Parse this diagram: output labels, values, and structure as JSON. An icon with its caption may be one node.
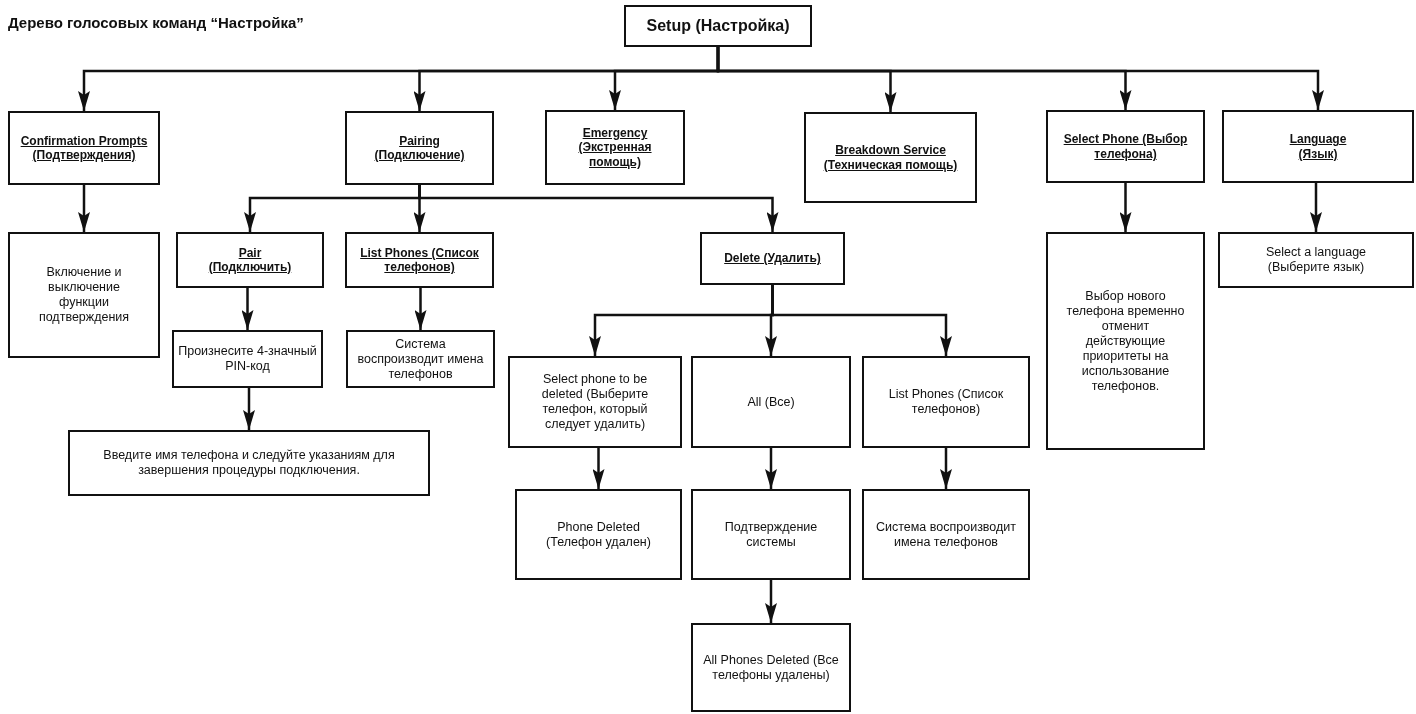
{
  "diagram": {
    "title": "Дерево голосовых команд “Настройка”",
    "nodes": [
      {
        "text": [
          "Setup (Настройка)"
        ]
      },
      {
        "text": [
          "Confirmation Prompts (Подтверждения)"
        ]
      },
      {
        "text": [
          "Pairing (Подключение)"
        ]
      },
      {
        "text": [
          "Emergency (Экстренная помощь)"
        ]
      },
      {
        "text": [
          "Breakdown Service (Техническая помощь)"
        ]
      },
      {
        "text": [
          "Select Phone (Выбор телефона)"
        ]
      },
      {
        "text": [
          "Language (Язык)"
        ]
      },
      {
        "text": [
          "Включение и выключение функции подтверждения"
        ]
      },
      {
        "text": [
          "Pair (Подключить)"
        ]
      },
      {
        "text": [
          "List Phones (Список телефонов)"
        ]
      },
      {
        "text": [
          "Delete (Удалить)"
        ]
      },
      {
        "text": [
          "Выбор нового телефона временно отменит действующие приоритеты на использование телефонов."
        ]
      },
      {
        "text": [
          "Select a language (Выберите язык)"
        ]
      },
      {
        "text": [
          "Произнесите 4-значный PIN-код"
        ]
      },
      {
        "text": [
          "Система воспроизводит имена телефонов"
        ]
      },
      {
        "text": [
          "Select phone to be deleted (Выберите телефон, который следует удалить)"
        ]
      },
      {
        "text": [
          "All (Все)"
        ]
      },
      {
        "text": [
          "List Phones (Список телефонов)"
        ]
      },
      {
        "text": [
          "Введите имя телефона и следуйте указаниям для завершения процедуры подключения."
        ]
      },
      {
        "text": [
          "Phone Deleted (Телефон удален)"
        ]
      },
      {
        "text": [
          "Подтверждение системы"
        ]
      },
      {
        "text": [
          "Система воспроизводит имена телефонов"
        ]
      },
      {
        "text": [
          "All Phones Deleted (Все телефоны удалены)"
        ]
      }
    ],
    "edges": [
      {
        "from": 0,
        "to": 1,
        "arrow": "to"
      },
      {
        "from": 0,
        "to": 2,
        "arrow": "to"
      },
      {
        "from": 0,
        "to": 3,
        "arrow": "to"
      },
      {
        "from": 0,
        "to": 4,
        "arrow": "to"
      },
      {
        "from": 0,
        "to": 5,
        "arrow": "to"
      },
      {
        "from": 0,
        "to": 6,
        "arrow": "to"
      },
      {
        "from": 1,
        "to": 7,
        "arrow": "to"
      },
      {
        "from": 2,
        "to": 8,
        "arrow": "to"
      },
      {
        "from": 2,
        "to": 9,
        "arrow": "to"
      },
      {
        "from": 2,
        "to": 10,
        "arrow": "to"
      },
      {
        "from": 5,
        "to": 11,
        "arrow": "to"
      },
      {
        "from": 6,
        "to": 12,
        "arrow": "to"
      },
      {
        "from": 8,
        "to": 13,
        "arrow": "to"
      },
      {
        "from": 9,
        "to": 14,
        "arrow": "to"
      },
      {
        "from": 10,
        "to": 15,
        "arrow": "to"
      },
      {
        "from": 10,
        "to": 16,
        "arrow": "to"
      },
      {
        "from": 10,
        "to": 17,
        "arrow": "to"
      },
      {
        "from": 13,
        "to": 18,
        "arrow": "to"
      },
      {
        "from": 15,
        "to": 19,
        "arrow": "to"
      },
      {
        "from": 16,
        "to": 20,
        "arrow": "to"
      },
      {
        "from": 17,
        "to": 21,
        "arrow": "to"
      },
      {
        "from": 20,
        "to": 22,
        "arrow": "to"
      }
    ]
  }
}
